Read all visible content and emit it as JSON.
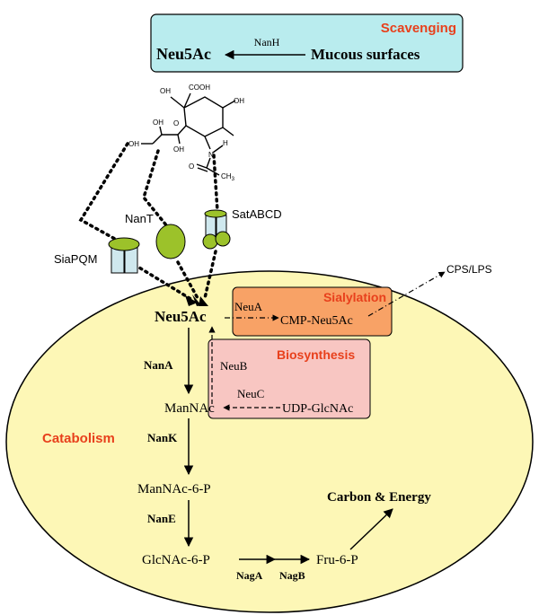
{
  "colors": {
    "cell_fill": "#fdf7b6",
    "scavenging_fill": "#b9ecee",
    "sialylation_fill": "#f8a266",
    "biosynthesis_fill": "#f8c6c2",
    "transporter_green": "#9cc22a",
    "transporter_blue": "#cfe8ee",
    "title_red": "#e8401c"
  },
  "scavenging": {
    "title": "Scavenging",
    "product": "Neu5Ac",
    "enzyme": "NanH",
    "source": "Mucous surfaces"
  },
  "molecule": {
    "cooh": "COOH",
    "oh_top": "OH",
    "oh_ring_left": "O",
    "oh_ring_right": "OH",
    "oh_chain1": "OH",
    "oh_chain2": "OH",
    "oh_chain3": "OH",
    "nh": "N",
    "h": "H",
    "acetyl_o": "O",
    "methyl": "CH",
    "methyl_sub": "3"
  },
  "transporters": {
    "siapqm": "SiaPQM",
    "nant": "NanT",
    "satabcd": "SatABCD"
  },
  "external": {
    "cps_lps": "CPS/LPS"
  },
  "sialylation": {
    "title": "Sialylation",
    "enzyme": "NeuA",
    "product": "CMP-Neu5Ac"
  },
  "biosynthesis": {
    "title": "Biosynthesis",
    "enzyme_b": "NeuB",
    "enzyme_c": "NeuC",
    "substrate": "UDP-GlcNAc"
  },
  "catabolism": {
    "title": "Catabolism",
    "start": "Neu5Ac",
    "nana": "NanA",
    "mannac": "ManNAc",
    "nank": "NanK",
    "mannac6p": "ManNAc-6-P",
    "nane": "NanE",
    "glcnac6p": "GlcNAc-6-P",
    "naga": "NagA",
    "nagb": "NagB",
    "fru6p": "Fru-6-P",
    "energy": "Carbon & Energy"
  }
}
